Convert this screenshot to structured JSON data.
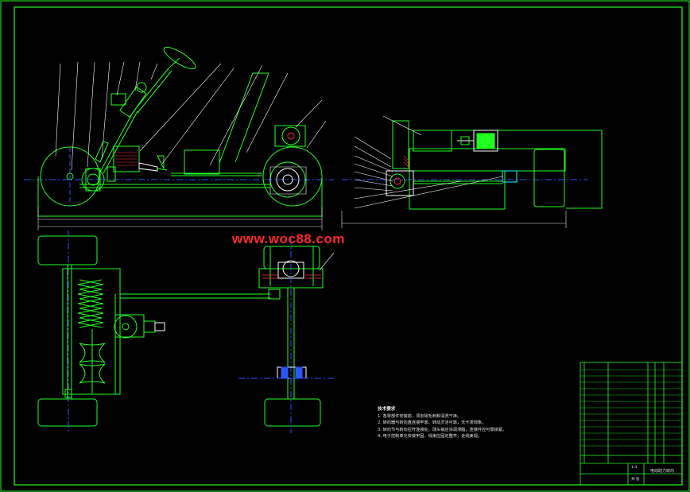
{
  "watermark": "www.woc88.com",
  "colors": {
    "background": "#000000",
    "drawing_line": "#22ff22",
    "dimension_line": "#e8e8e8",
    "leader_line": "#ffffff",
    "center_line": "#2a55ff",
    "part_hatch": "#ff2222",
    "motor_body": "#20ff20",
    "watermark": "#ff2a2a"
  },
  "technical_requirements": {
    "title": "技术要求",
    "items": [
      "1. 各零部件安装前，须去除毛刺和清洗干净。",
      "2. 转向器与转向盘连接牢靠，转动灵活可靠，无卡滞现象。",
      "3. 转向节与转向拉杆连接处，球头销应涂润滑脂，连接件应可靠锁紧。",
      "4. 电子控制单元安装牢固，线束应固定整齐，走线美观。"
    ]
  },
  "title_block": {
    "drawing_title": "电动助力转向",
    "scale": "1:4",
    "sheet": "共 张"
  },
  "icons": [
    "steering-wheel-icon",
    "electric-motor-icon",
    "rack-bellows-icon",
    "wheel-icon"
  ]
}
